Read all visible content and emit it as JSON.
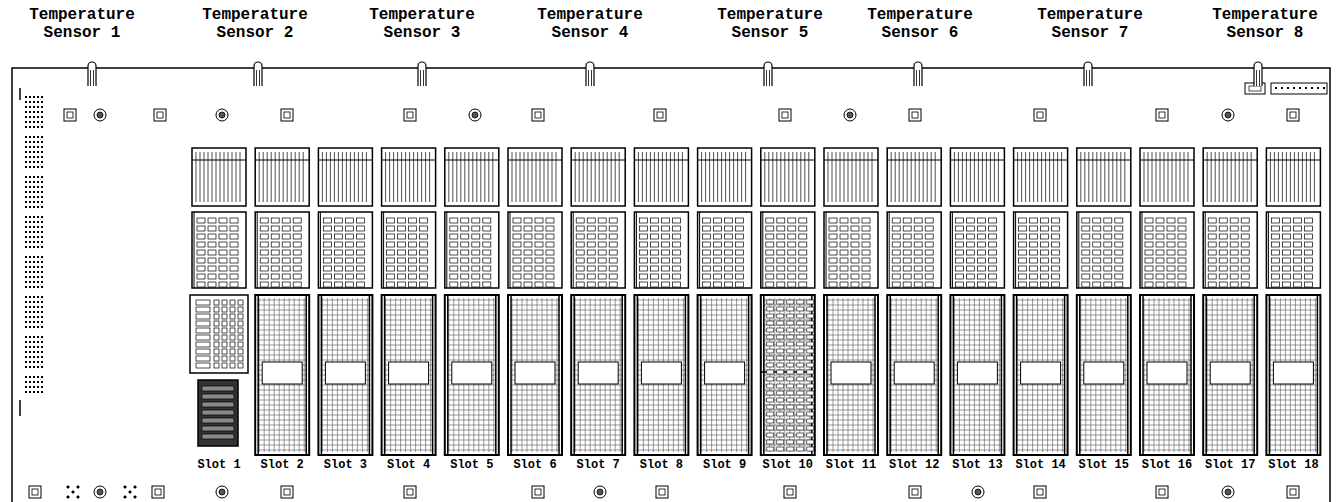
{
  "diagram": {
    "labels": [
      "Temperature Sensor 1",
      "Temperature Sensor 2",
      "Temperature Sensor 3",
      "Temperature Sensor 4",
      "Temperature Sensor 5",
      "Temperature Sensor 6",
      "Temperature Sensor 7",
      "Temperature Sensor 8",
      "Slot 1",
      "Slot 2",
      "Slot 3",
      "Slot 4",
      "Slot 5",
      "Slot 6",
      "Slot 7",
      "Slot 8",
      "Slot 9",
      "Slot 10",
      "Slot 11",
      "Slot 12",
      "Slot 13",
      "Slot 14",
      "Slot 15",
      "Slot 16",
      "Slot 17",
      "Slot 18"
    ]
  }
}
